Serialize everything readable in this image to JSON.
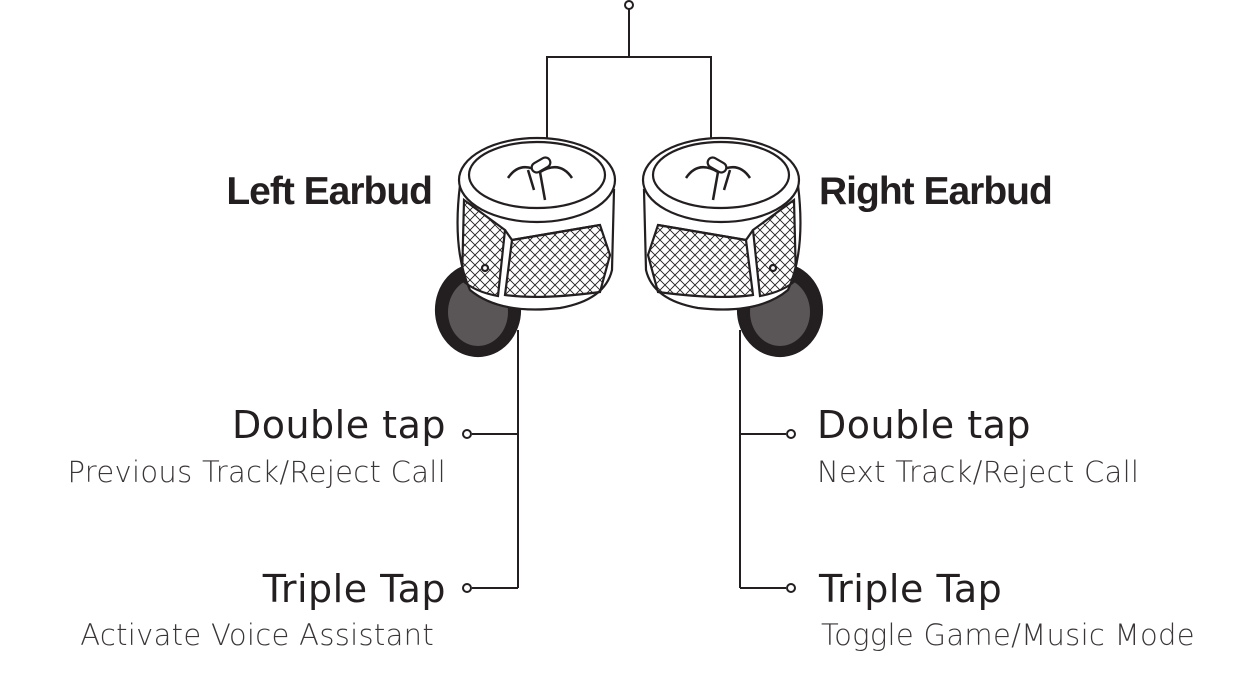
{
  "left": {
    "title": "Left Earbud",
    "gestures": [
      {
        "name": "Double tap",
        "action": "Previous Track/Reject Call"
      },
      {
        "name": "Triple Tap",
        "action": "Activate Voice Assistant"
      }
    ]
  },
  "right": {
    "title": "Right Earbud",
    "gestures": [
      {
        "name": "Double tap",
        "action": "Next Track/Reject Call"
      },
      {
        "name": "Triple Tap",
        "action": "Toggle Game/Music Mode"
      }
    ]
  },
  "colors": {
    "ink": "#231f20",
    "body": "#ffffff"
  }
}
